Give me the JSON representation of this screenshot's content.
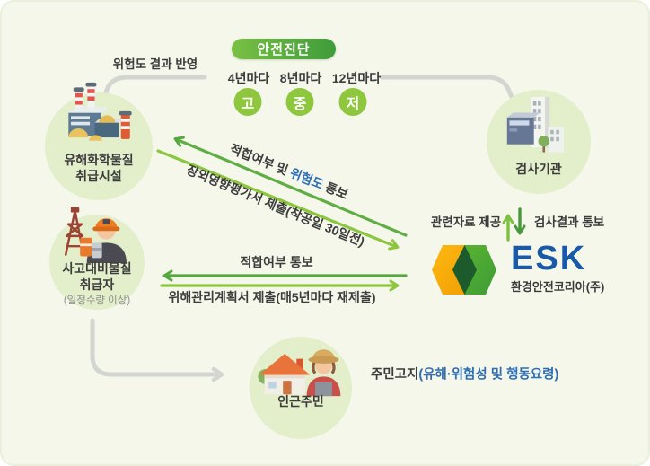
{
  "colors": {
    "board_bg": "#f4f7ea",
    "node_circle_bg": "#e3eecb",
    "badge_green_start": "#79c044",
    "badge_green_end": "#3f9c3a",
    "grade_circle_green": "#8ec73e",
    "arrow_green_dark": "#56a73e",
    "arrow_green_light": "#8cc63f",
    "arrow_up_green": "#7cc142",
    "arrow_down_green": "#47973b",
    "connector_gray": "#d2d5d0",
    "text_dark": "#3c3c3c",
    "highlight_blue": "#2f6db4",
    "esk_blue": "#1959a6",
    "note_gray": "#8f8f8f"
  },
  "safety_diagnosis": {
    "badge_label": "안전진단",
    "intervals": [
      {
        "period": "4년마다",
        "grade": "고"
      },
      {
        "period": "8년마다",
        "grade": "중"
      },
      {
        "period": "12년마다",
        "grade": "저"
      }
    ]
  },
  "nodes": {
    "facility": {
      "line1": "유해화학물질",
      "line2": "취급시설"
    },
    "agency": {
      "label": "검사기관"
    },
    "handler": {
      "line1": "사고대비물질",
      "line2": "취급자",
      "note": "(일정수량 이상)"
    },
    "residents": {
      "label": "인근주민"
    }
  },
  "flows": {
    "risk_result": "위험도 결과 반영",
    "conformity_risk_prefix": "적합여부 및 ",
    "conformity_risk_highlight": "위험도",
    "conformity_risk_suffix": " 통보",
    "offsite_assessment": "장외영향평가서 제출(착공일 30일전)",
    "conformity_notice": "적합여부 통보",
    "risk_mgmt_plan": "위해관리계획서 제출(매5년마다 재제출)",
    "related_data": "관련자료 제공",
    "inspection_result": "검사결과 통보",
    "resident_notice": "주민고지",
    "resident_notice_detail": "(유해·위험성 및 행동요령)"
  },
  "esk": {
    "wordmark": "ESK",
    "company": "환경안전코리아(주)"
  }
}
